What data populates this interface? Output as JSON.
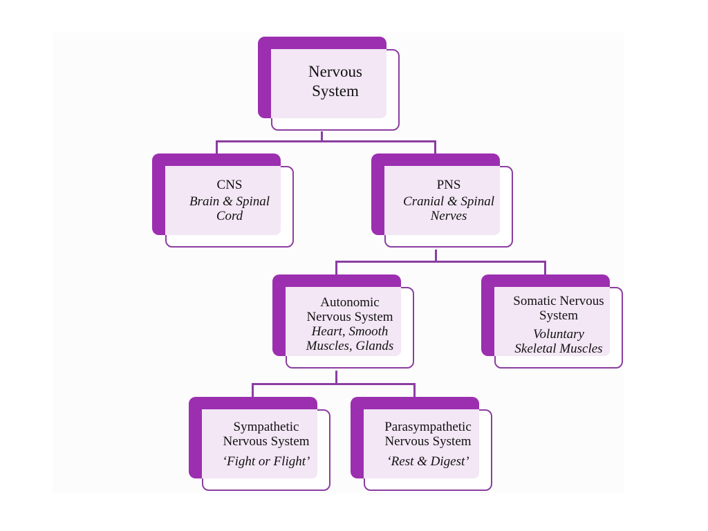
{
  "diagram": {
    "type": "hierarchy",
    "colors": {
      "accent": "#9b2fb0",
      "border": "#8a3da0",
      "card_fill": "#f3e6f5",
      "background": "#fdfcfd"
    },
    "nodes": {
      "root": {
        "title": "Nervous System",
        "title_lines": [
          "Nervous",
          "System"
        ],
        "subtitle": ""
      },
      "cns": {
        "title": "CNS",
        "subtitle_lines": [
          "Brain & Spinal",
          "Cord"
        ]
      },
      "pns": {
        "title": "PNS",
        "subtitle_lines": [
          "Cranial & Spinal",
          "Nerves"
        ]
      },
      "autonomic": {
        "title_lines": [
          "Autonomic",
          "Nervous System"
        ],
        "subtitle_lines": [
          "Heart, Smooth",
          "Muscles, Glands"
        ]
      },
      "somatic": {
        "title_lines": [
          "Somatic Nervous",
          "System"
        ],
        "subtitle_lines": [
          "Voluntary",
          "Skeletal Muscles"
        ]
      },
      "sympathetic": {
        "title_lines": [
          "Sympathetic",
          "Nervous System"
        ],
        "subtitle": "‘Fight or Flight’"
      },
      "parasympathetic": {
        "title_lines": [
          "Parasympathetic",
          "Nervous System"
        ],
        "subtitle": "‘Rest & Digest’"
      }
    },
    "edges": [
      [
        "root",
        "cns"
      ],
      [
        "root",
        "pns"
      ],
      [
        "pns",
        "autonomic"
      ],
      [
        "pns",
        "somatic"
      ],
      [
        "autonomic",
        "sympathetic"
      ],
      [
        "autonomic",
        "parasympathetic"
      ]
    ]
  }
}
